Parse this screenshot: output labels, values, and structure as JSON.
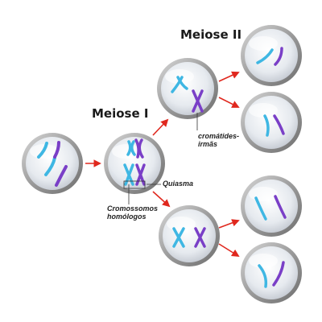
{
  "labels": {
    "meiose_1": "Meiose I",
    "meiose_2": "Meiose II",
    "quiasma": "Quiasma",
    "cromatides_line1": "cromátides-",
    "cromatides_line2": "irmãs",
    "cromossomos_line1": "Cromossomos",
    "cromossomos_line2": "homólogos"
  },
  "colors": {
    "cyan": "#3fb7e3",
    "purple": "#7a3fc7",
    "arrow": "#e0281e",
    "cell_rim": "#8c8c8c",
    "cell_fill": "#eef1f4"
  }
}
